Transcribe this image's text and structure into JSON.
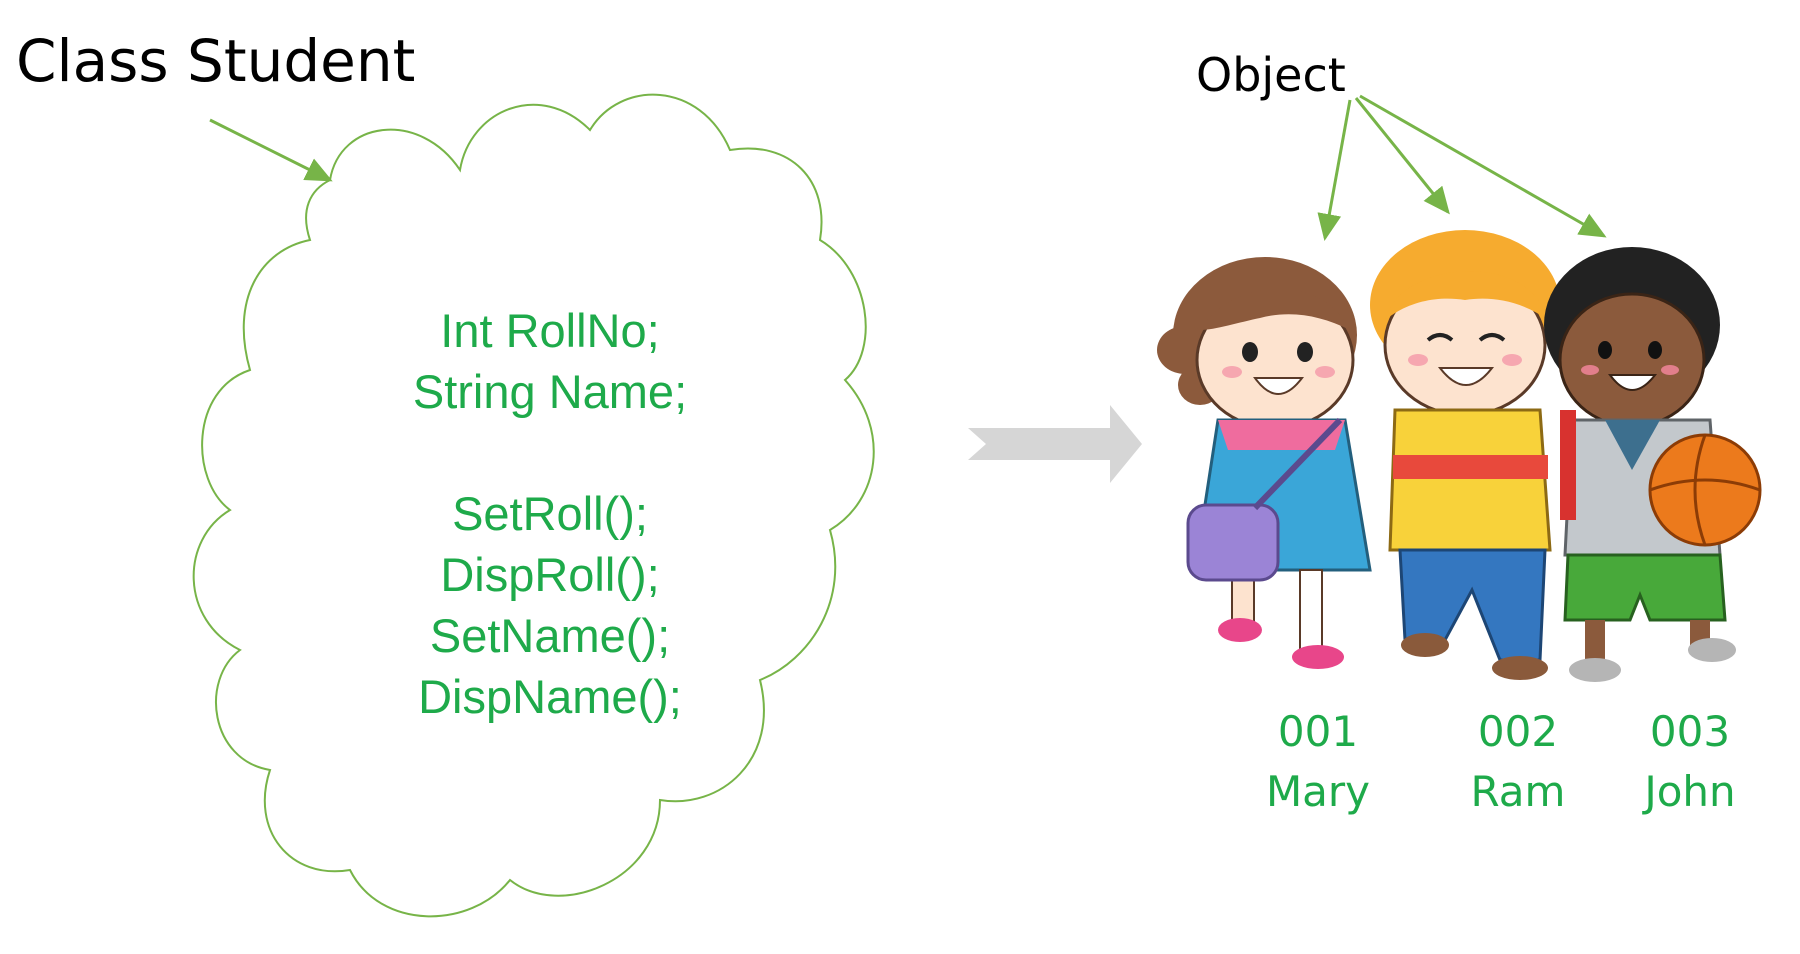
{
  "class_label": "Class Student",
  "object_label": "Object",
  "members": {
    "fields": [
      "Int RollNo;",
      "String Name;"
    ],
    "methods": [
      "SetRoll();",
      "DispRoll();",
      "SetName();",
      "DispName();"
    ]
  },
  "objects": [
    {
      "id": "001",
      "name": "Mary"
    },
    {
      "id": "002",
      "name": "Ram"
    },
    {
      "id": "003",
      "name": "John"
    }
  ],
  "colors": {
    "text_green": "#1eaa4a",
    "line_green": "#77b448",
    "arrow_gray": "#d6d6d6"
  }
}
